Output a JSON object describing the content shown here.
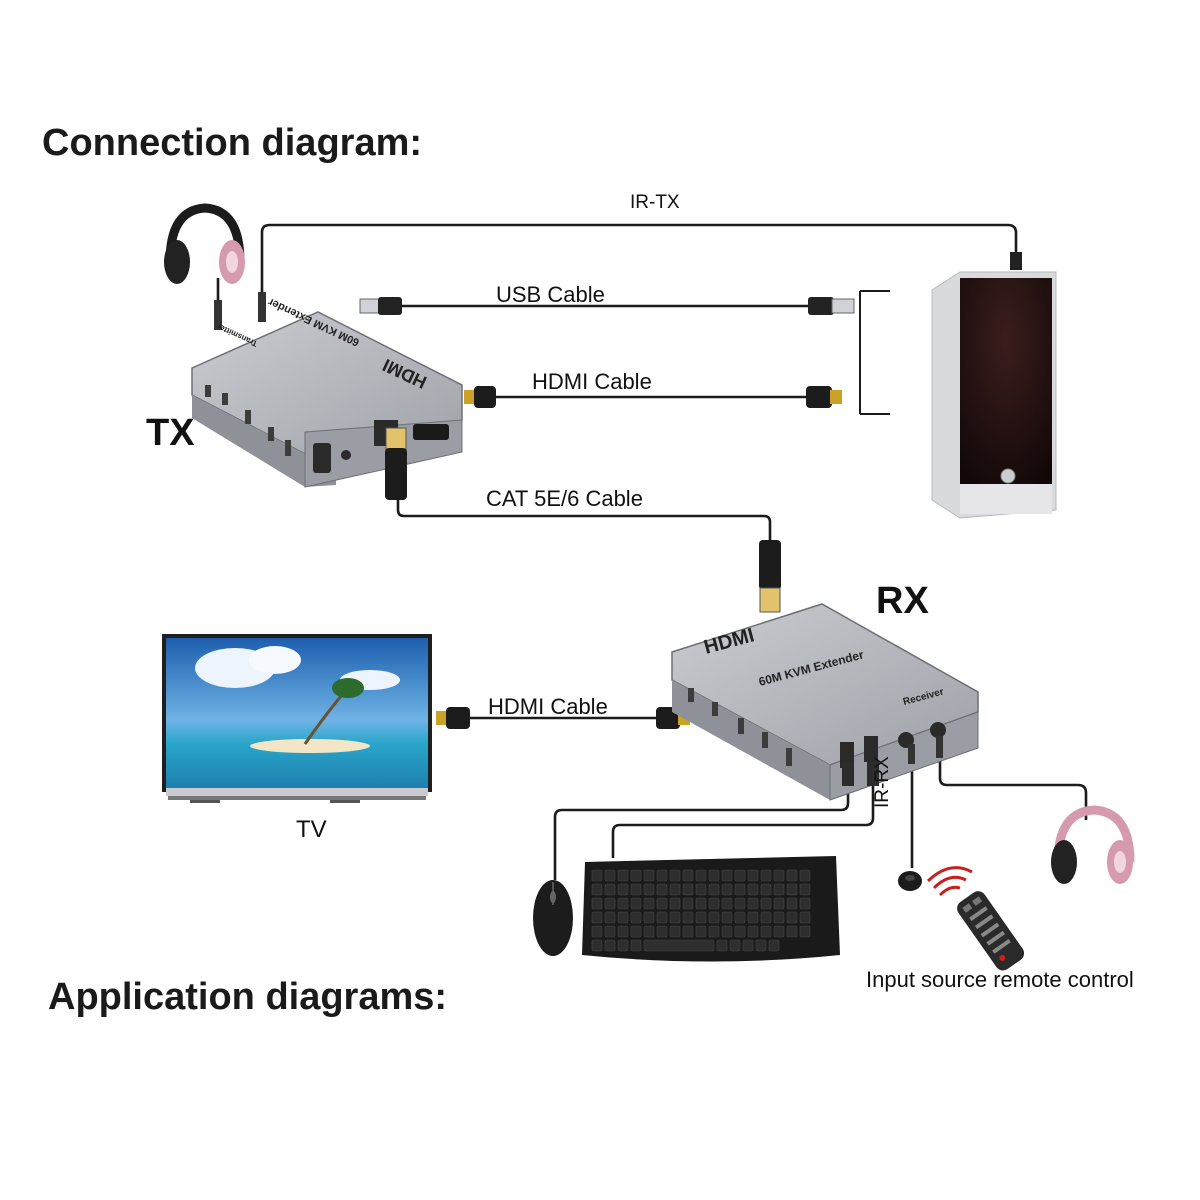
{
  "headings": {
    "connection": "Connection diagram:",
    "application": "Application diagrams:"
  },
  "units": {
    "tx": "TX",
    "rx": "RX"
  },
  "cables": {
    "ir_tx": "IR-TX",
    "usb": "USB Cable",
    "hdmi_top": "HDMI Cable",
    "cat": "CAT 5E/6 Cable",
    "hdmi_bottom": "HDMI Cable",
    "ir_rx": "IR-RX"
  },
  "devices": {
    "tv": "TV",
    "remote": "Input source remote control"
  },
  "printed_on_devices": {
    "tx_logo": "HDMI",
    "tx_model": "60M KVM Extender",
    "tx_role": "Transmitter",
    "rx_logo": "HDMI",
    "rx_model": "60M KVM Extender",
    "rx_role": "Receiver"
  },
  "colors": {
    "device_body": "#a7aab0",
    "device_top": "#b9bcc2",
    "device_edge": "#5a5d62",
    "cable": "#1b1b1b",
    "headphone_pink": "#d59aae",
    "pc_front": "#2a1414",
    "pc_case": "#d9dadc",
    "tv_sky": "#3f8fd1",
    "tv_sea": "#2aa6c9"
  },
  "icons": [
    "headphones-icon",
    "usb-plug-icon",
    "hdmi-plug-icon",
    "rj45-plug-icon",
    "computer-tower-icon",
    "tv-icon",
    "mouse-icon",
    "keyboard-icon",
    "ir-sensor-icon",
    "remote-control-icon"
  ]
}
